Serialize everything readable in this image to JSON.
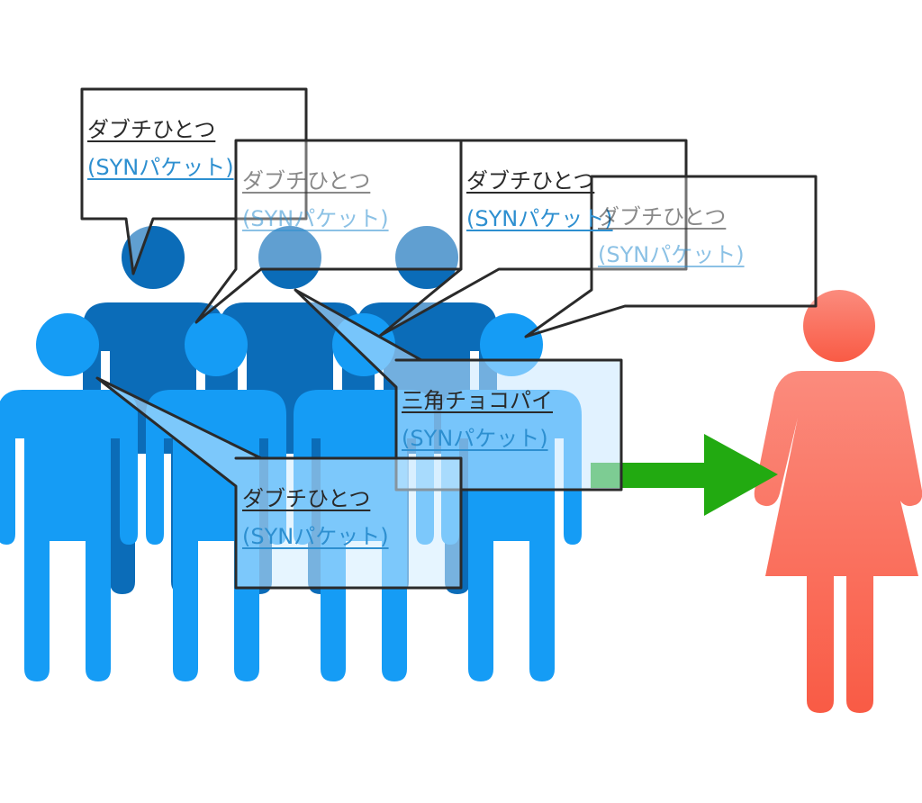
{
  "colors": {
    "crowd_back": "#0b6cb8",
    "crowd_front": "#159cf5",
    "woman": "#fa6b58",
    "arrow": "#22aa11",
    "bubble_border": "#2a2a2a",
    "link_text": "#2d8fd0"
  },
  "bubbles": [
    {
      "line1": "ダブチひとつ",
      "line2": "(SYNパケット)"
    },
    {
      "line1": "ダブチひとつ",
      "line2": "(SYNパケット)"
    },
    {
      "line1": "ダブチひとつ",
      "line2": "(SYNパケット)"
    },
    {
      "line1": "ダブチひとつ",
      "line2": "(SYNパケット)"
    },
    {
      "line1": "三角チョコパイ",
      "line2": "(SYNパケット)"
    },
    {
      "line1": "ダブチひとつ",
      "line2": "(SYNパケット)"
    }
  ],
  "icons": {
    "crowd": "man-icon",
    "target": "woman-icon",
    "arrow": "right-arrow-icon"
  }
}
